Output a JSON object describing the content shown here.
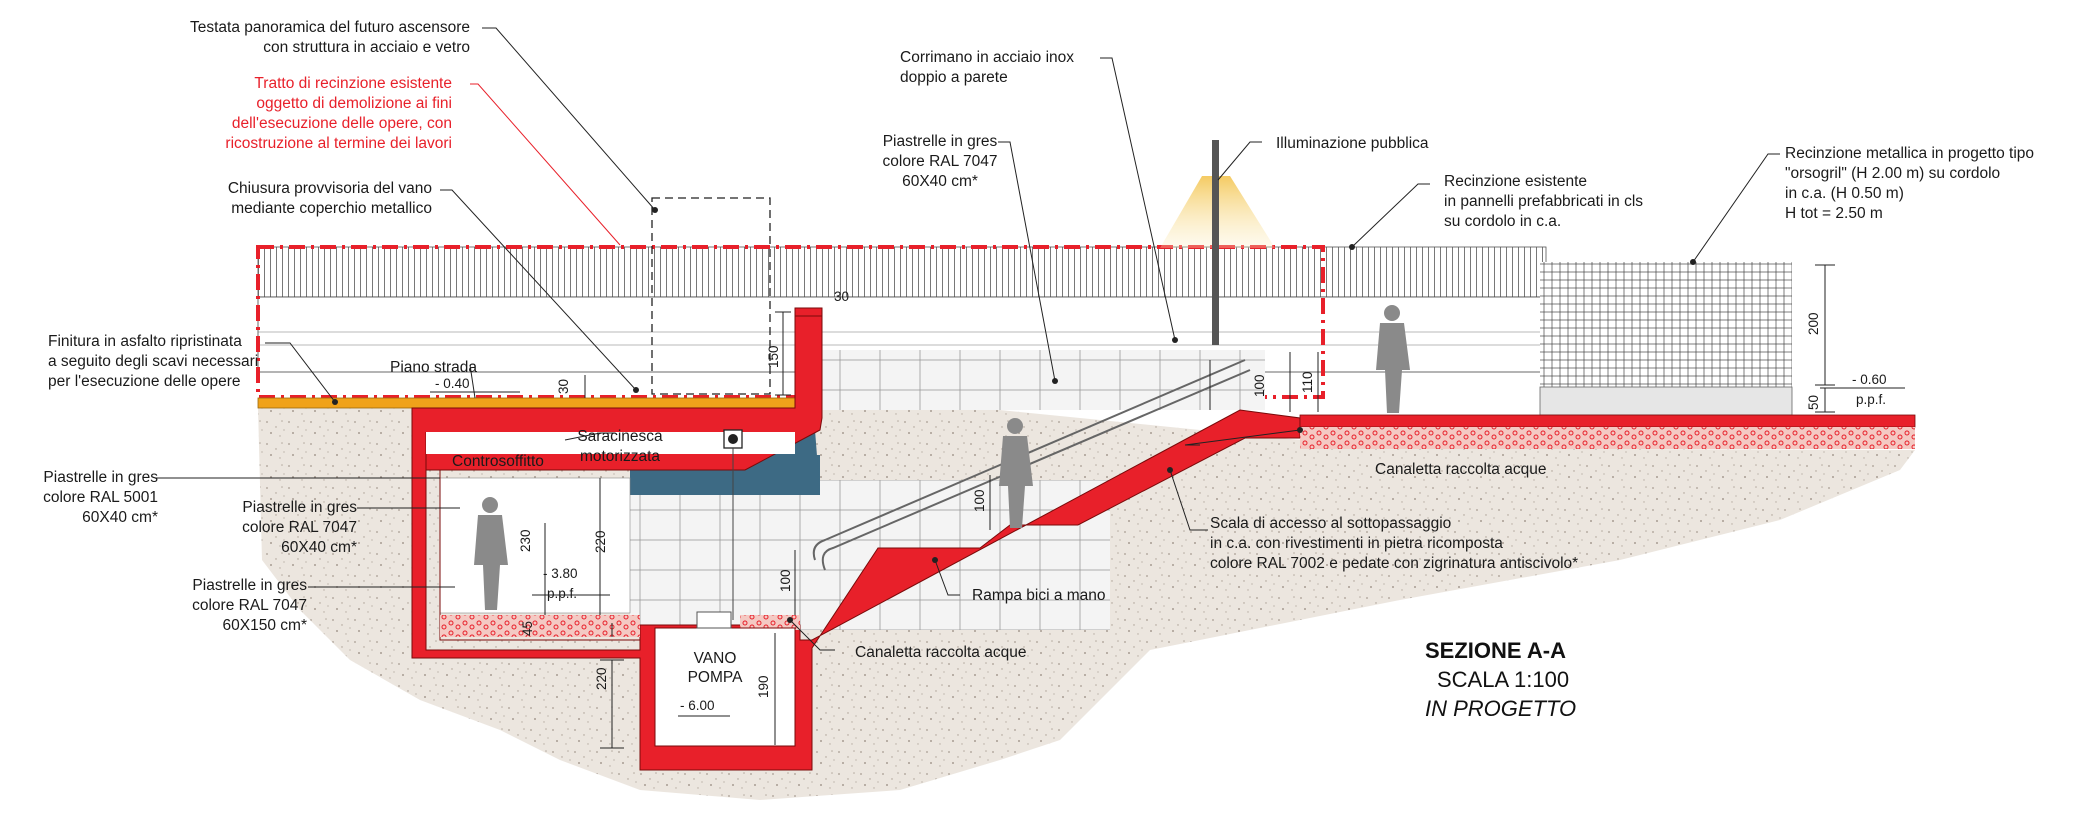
{
  "colors": {
    "structure_red": "#e8202a",
    "soil": "#ece6df",
    "asphalt": "#f0a21a",
    "tile_blue": "#3d6a84",
    "figure_gray": "#8a8a8a",
    "lamp_glow": "#f6e3a6"
  },
  "labels": {
    "testata": [
      "Testata panoramica del futuro ascensore",
      "con struttura in acciaio e vetro"
    ],
    "tratto": [
      "Tratto di recinzione esistente",
      "oggetto di demolizione ai fini",
      "dell'esecuzione delle opere, con",
      "ricostruzione al termine dei lavori"
    ],
    "chiusura": [
      "Chiusura provvisoria del vano",
      "mediante coperchio metallico"
    ],
    "finitura": [
      "Finitura in asfalto ripristinata",
      "a seguito degli scavi necessari",
      "per l'esecuzione delle opere"
    ],
    "piano_strada": "Piano strada",
    "piastrelle_5001": [
      "Piastrelle in gres",
      "colore RAL 5001",
      "60X40 cm*"
    ],
    "piastrelle_7047_a": [
      "Piastrelle in gres",
      "colore RAL 7047",
      "60X40 cm*"
    ],
    "piastrelle_7047_b": [
      "Piastrelle in gres",
      "colore RAL 7047",
      "60X150 cm*"
    ],
    "piastrelle_7047_top": [
      "Piastrelle in gres",
      "colore RAL 7047",
      "60X40 cm*"
    ],
    "controsoffitto": "Controsoffitto",
    "saracinesca": [
      "Saracinesca",
      "motorizzata"
    ],
    "corrimano": [
      "Corrimano in acciaio inox",
      "doppio a parete"
    ],
    "illuminazione": "Illuminazione pubblica",
    "recinzione_esistente": [
      "Recinzione esistente",
      "in pannelli prefabbricati in cls",
      "su cordolo in c.a."
    ],
    "recinzione_metallica": [
      "Recinzione metallica in progetto tipo",
      "\"orsogril\" (H 2.00 m) su cordolo",
      "in c.a. (H 0.50 m)",
      "H tot = 2.50 m"
    ],
    "canaletta_1": "Canaletta raccolta acque",
    "canaletta_2": "Canaletta raccolta acque",
    "scala": [
      "Scala di accesso al sottopassaggio",
      "in c.a. con rivestimenti in pietra ricomposta",
      "colore RAL 7002 e pedate con zigrinatura antiscivolo*"
    ],
    "rampa": "Rampa bici a mano",
    "vano_pompa": [
      "VANO",
      "POMPA"
    ]
  },
  "dimensions": {
    "d30_top": "30",
    "d150": "150",
    "d30_slab": "30",
    "level_040": "- 0.40",
    "d230": "230",
    "d220_in": "220",
    "level_380": "- 3.80",
    "ppf_1": "p.p.f.",
    "d45": "45",
    "d220_out": "220",
    "d190": "190",
    "level_600": "- 6.00",
    "d100_ramp": "100",
    "d100_stair": "100",
    "d100_top": "100",
    "d110": "110",
    "d200": "200",
    "d50": "50",
    "level_060": "- 0.60",
    "ppf_2": "p.p.f."
  },
  "title": {
    "main": "SEZIONE A-A",
    "scale": "SCALA 1:100",
    "status": "IN PROGETTO"
  }
}
